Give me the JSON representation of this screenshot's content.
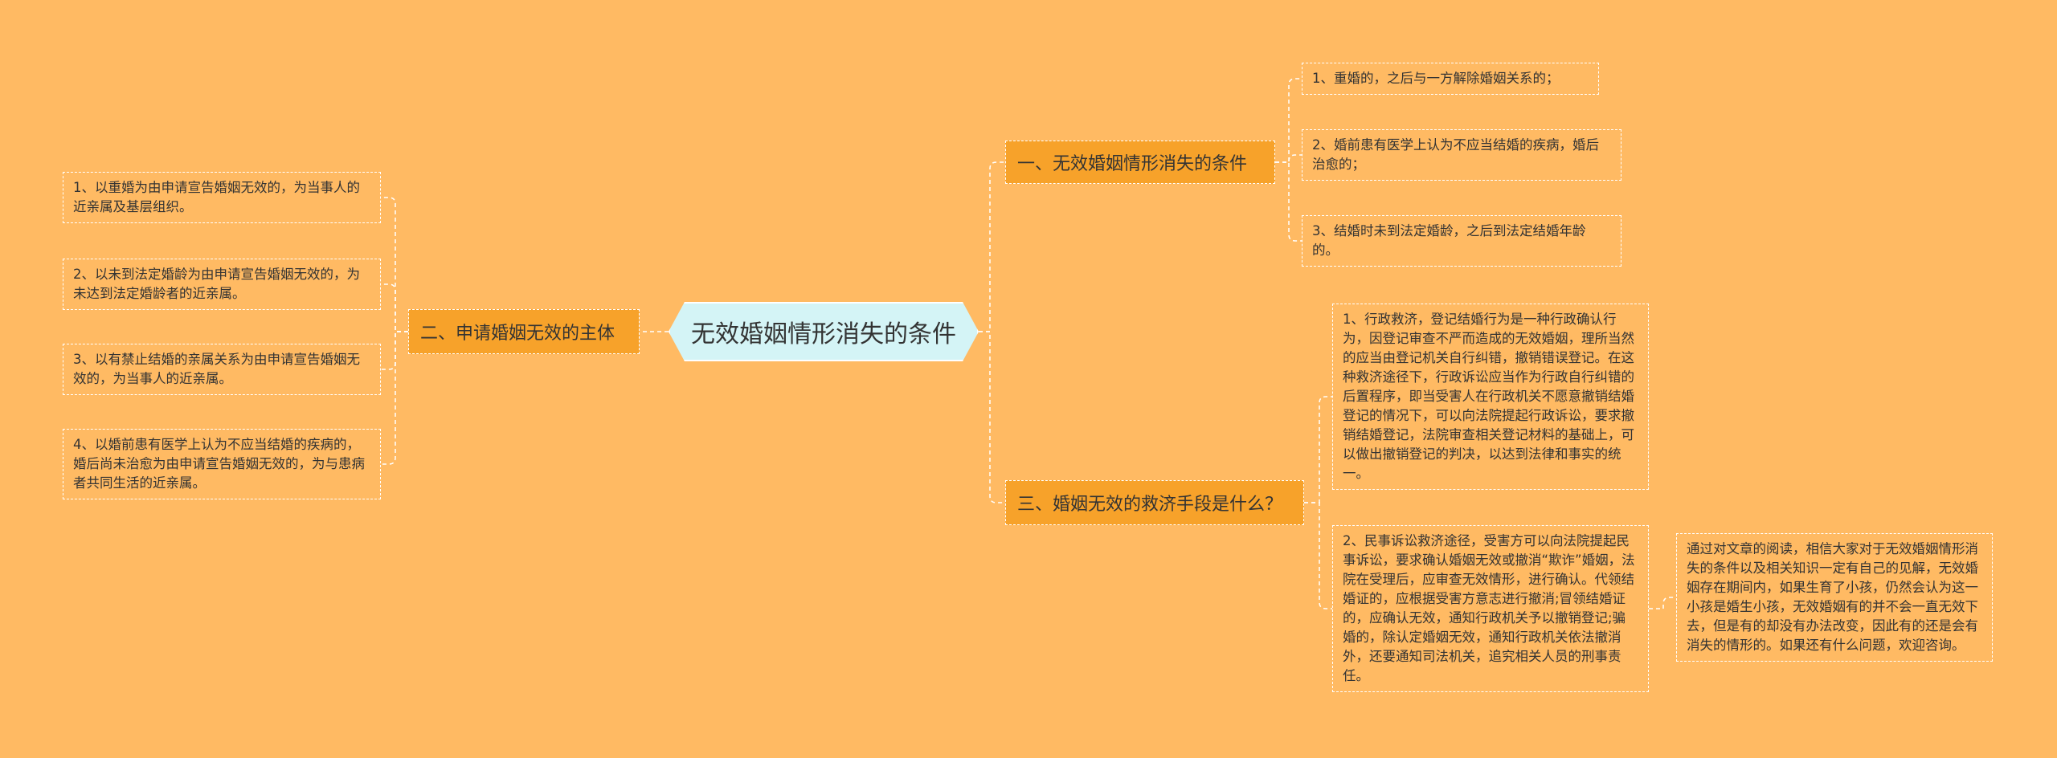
{
  "root": {
    "label": "无效婚姻情形消失的条件"
  },
  "branches": [
    {
      "label": "一、无效婚姻情形消失的条件",
      "children": [
        "1、重婚的，之后与一方解除婚姻关系的；",
        "2、婚前患有医学上认为不应当结婚的疾病，婚后治愈的；",
        "3、结婚时未到法定婚龄，之后到法定结婚年龄的。"
      ]
    },
    {
      "label": "二、申请婚姻无效的主体",
      "children": [
        "1、以重婚为由申请宣告婚姻无效的，为当事人的近亲属及基层组织。",
        "2、以未到法定婚龄为由申请宣告婚姻无效的，为未达到法定婚龄者的近亲属。",
        "3、以有禁止结婚的亲属关系为由申请宣告婚姻无效的，为当事人的近亲属。",
        "4、以婚前患有医学上认为不应当结婚的疾病的，婚后尚未治愈为由申请宣告婚姻无效的，为与患病者共同生活的近亲属。"
      ]
    },
    {
      "label": "三、婚姻无效的救济手段是什么？",
      "children": [
        "1、行政救济，登记结婚行为是一种行政确认行为，因登记审查不严而造成的无效婚姻，理所当然的应当由登记机关自行纠错，撤销错误登记。在这种救济途径下，行政诉讼应当作为行政自行纠错的后置程序，即当受害人在行政机关不愿意撤销结婚登记的情况下，可以向法院提起行政诉讼，要求撤销结婚登记，法院审查相关登记材料的基础上，可以做出撤销登记的判决，以达到法律和事实的统一。",
        "2、民事诉讼救济途径，受害方可以向法院提起民事诉讼，要求确认婚姻无效或撤消“欺诈”婚姻，法院在受理后，应审查无效情形，进行确认。代领结婚证的，应根据受害方意志进行撤消;冒领结婚证的，应确认无效，通知行政机关予以撤销登记;骗婚的，除认定婚姻无效，通知行政机关依法撤消外，还要通知司法机关，追究相关人员的刑事责任。"
      ],
      "note": "通过对文章的阅读，相信大家对于无效婚姻情形消失的条件以及相关知识一定有自己的见解，无效婚姻存在期间内，如果生育了小孩，仍然会认为这一小孩是婚生小孩，无效婚姻有的并不会一直无效下去，但是有的却没有办法改变，因此有的还是会有消失的情形的。如果还有什么问题，欢迎咨询。"
    }
  ],
  "colors": {
    "background": "#FFBA63",
    "root_fill": "#D4F4F6",
    "branch_fill": "#F7A22A",
    "connector": "#ffffff"
  }
}
